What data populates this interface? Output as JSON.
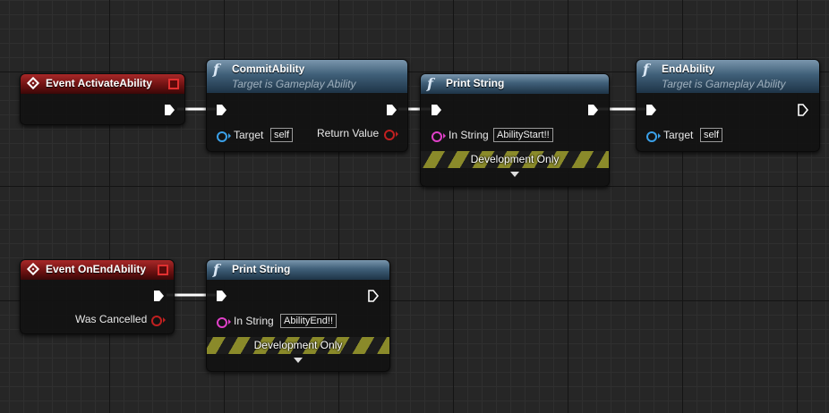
{
  "nodes": {
    "event_activate": {
      "title": "Event ActivateAbility"
    },
    "commit_ability": {
      "title": "CommitAbility",
      "subtitle": "Target is Gameplay Ability",
      "target_label": "Target",
      "target_value": "self",
      "return_label": "Return Value"
    },
    "print_string_1": {
      "title": "Print String",
      "in_string_label": "In String",
      "in_string_value": "AbilityStart!!",
      "dev_label": "Development Only"
    },
    "end_ability": {
      "title": "EndAbility",
      "subtitle": "Target is Gameplay Ability",
      "target_label": "Target",
      "target_value": "self"
    },
    "event_end": {
      "title": "Event OnEndAbility",
      "cancelled_label": "Was Cancelled"
    },
    "print_string_2": {
      "title": "Print String",
      "in_string_label": "In String",
      "in_string_value": "AbilityEnd!!",
      "dev_label": "Development Only"
    }
  },
  "colors": {
    "function_header": "#3f5f78",
    "event_header": "#8a1a1a",
    "exec_wire": "#ffffff",
    "object_pin": "#3aa0e8",
    "string_pin": "#e040c8",
    "bool_pin": "#c02020"
  },
  "icons": {
    "function": "f",
    "event": "event-diamond-icon",
    "delegate": "delegate-square-icon"
  }
}
